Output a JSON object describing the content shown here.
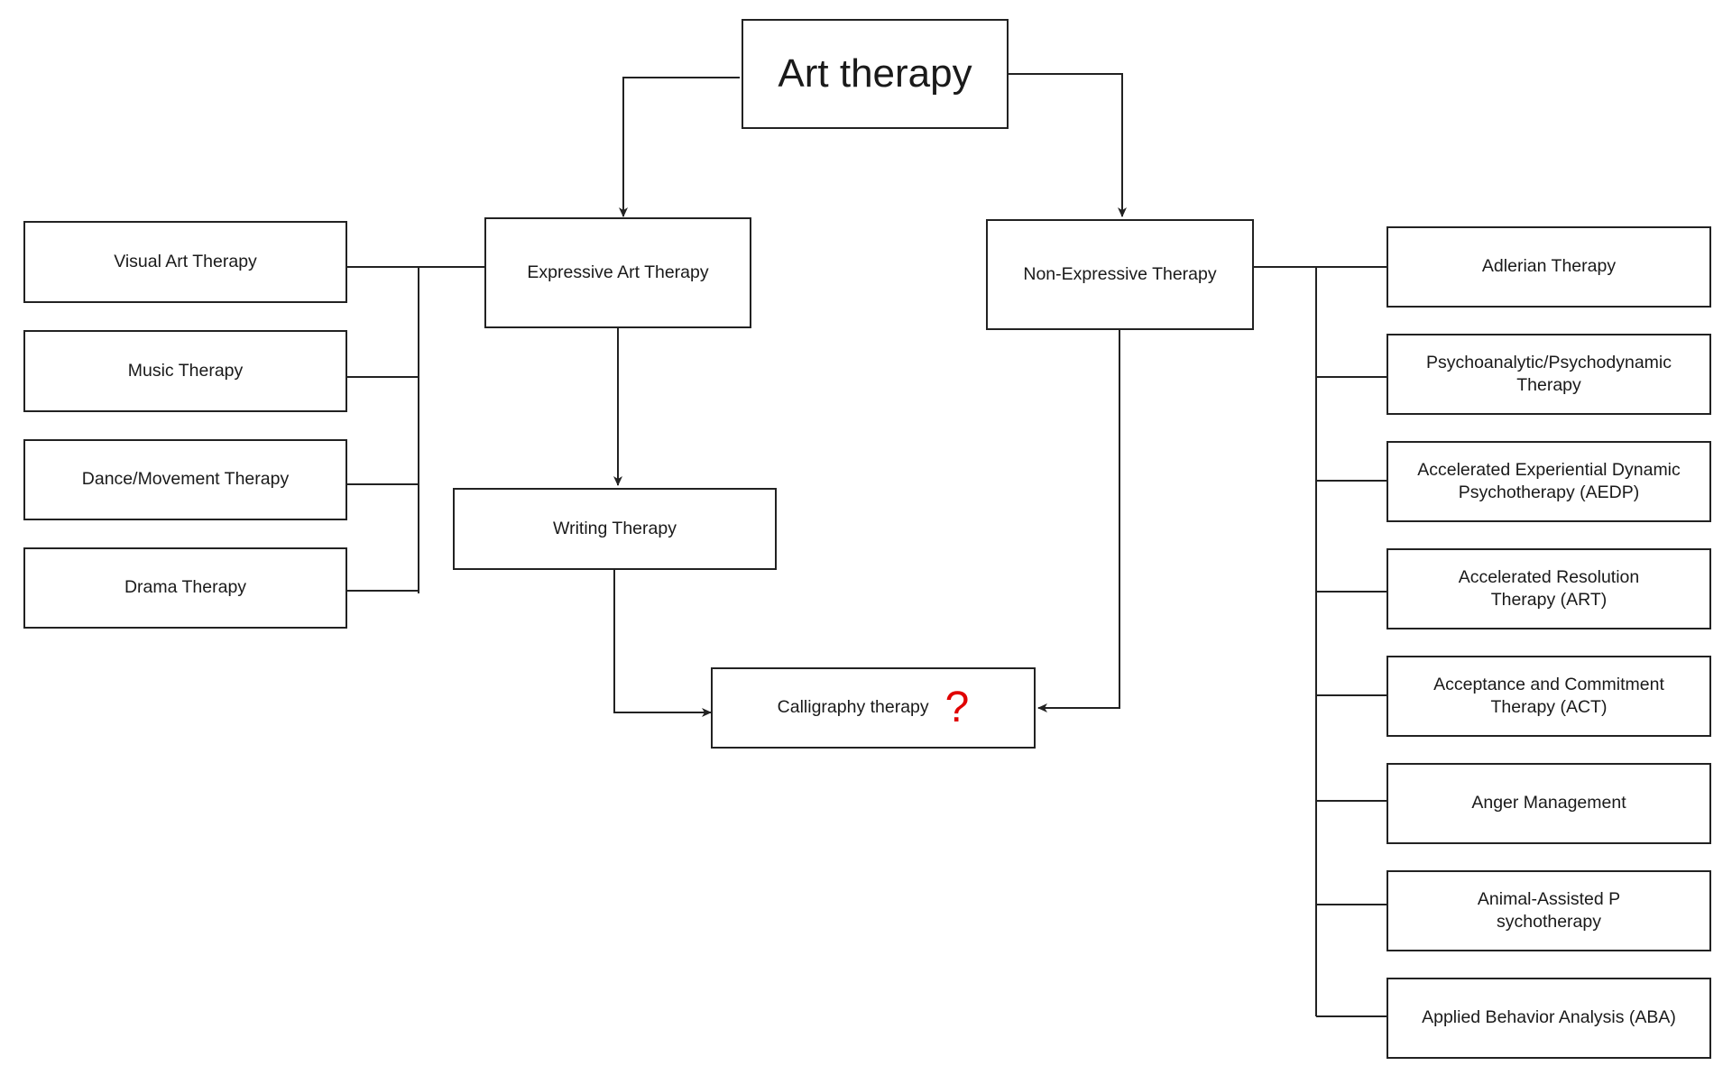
{
  "diagram": {
    "root": {
      "label": "Art therapy"
    },
    "expressive": {
      "label": "Expressive Art Therapy",
      "children": [
        "Visual Art Therapy",
        "Music Therapy",
        "Dance/Movement Therapy",
        "Drama Therapy"
      ],
      "writing": "Writing Therapy"
    },
    "non_expressive": {
      "label": "Non-Expressive Therapy",
      "children": [
        "Adlerian Therapy",
        "Psychoanalytic/Psychodynamic\nTherapy",
        "Accelerated Experiential Dynamic\nPsychotherapy (AEDP)",
        "Accelerated Resolution\nTherapy (ART)",
        "Acceptance and Commitment\nTherapy (ACT)",
        "Anger Management",
        "Animal-Assisted P\nsychotherapy",
        "Applied Behavior Analysis (ABA)"
      ]
    },
    "calligraphy": {
      "label": "Calligraphy therapy",
      "mark": "?",
      "mark_color": "#e00000"
    }
  }
}
